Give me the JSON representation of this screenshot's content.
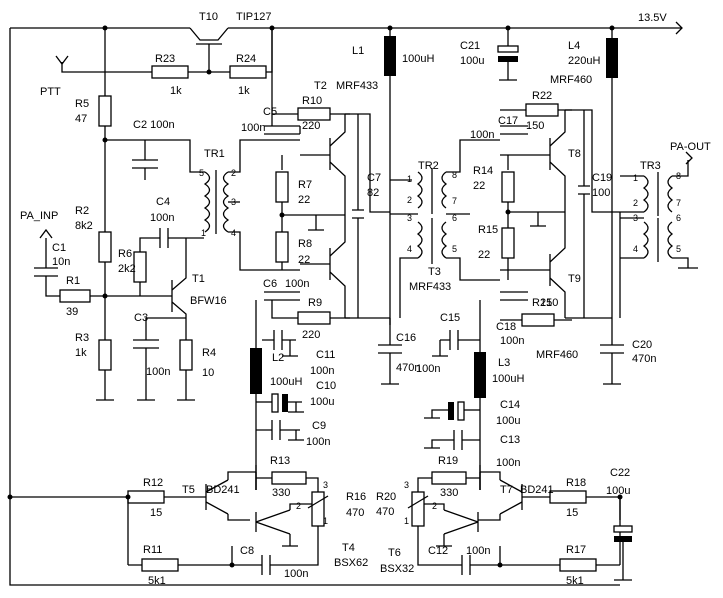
{
  "supply": "13.5V",
  "ptt": "PTT",
  "pa_input": "PA_INP",
  "pa_output": "PA-OUT",
  "components": {
    "T10": "T10",
    "TIP127": "TIP127",
    "R23": "R23",
    "R23v": "1k",
    "R24": "R24",
    "R24v": "1k",
    "R5": "R5",
    "R5v": "47",
    "C2": "C2 100n",
    "R2": "R2",
    "R2v": "8k2",
    "C1": "C1",
    "C1v": "10n",
    "R1": "R1",
    "R1v": "39",
    "R6": "R6",
    "R6v": "2k2",
    "C4": "C4",
    "C4v": "100n",
    "T1": "T1",
    "T1t": "BFW16",
    "R3": "R3",
    "R3v": "1k",
    "C3": "C3",
    "C3v": "100n",
    "R4": "R4",
    "R4v": "10",
    "TR1": "TR1",
    "C5": "C5",
    "C5v": "100n",
    "R10": "R10",
    "R10v": "220",
    "T2": "T2",
    "MRF433a": "MRF433",
    "R7": "R7",
    "R7v": "22",
    "R8": "R8",
    "R8v": "22",
    "C6": "C6",
    "C6v": "100n",
    "R9": "R9",
    "R9v": "220",
    "C7": "C7",
    "C7v": "82",
    "L1": "L1",
    "L1v": "100uH",
    "C21": "C21",
    "C21v": "100u",
    "L4": "L4",
    "L4v": "220uH",
    "MRF460a": "MRF460",
    "TR2": "TR2",
    "T3": "T3",
    "MRF433b": "MRF433",
    "C17": "C17",
    "C17v": "100n",
    "R22": "R22",
    "R22v": "150",
    "R14": "R14",
    "R14v": "22",
    "R15": "R15",
    "R15v": "22",
    "T8": "T8",
    "T9": "T9",
    "C19": "C19",
    "C19v": "100",
    "TR3": "TR3",
    "R21": "R21",
    "R21v": "150",
    "C18": "C18",
    "C18v": "100n",
    "MRF460b": "MRF460",
    "C16": "C16",
    "C16v": "470n",
    "C15": "C15",
    "C15v": "100n",
    "C20": "C20",
    "C20v": "470n",
    "L2": "L2",
    "L2v": "100uH",
    "C11": "C11",
    "C11v": "100n",
    "C10": "C10",
    "C10v": "100u",
    "C9": "C9",
    "C9v": "100n",
    "L3": "L3",
    "L3v": "100uH",
    "C14": "C14",
    "C14v": "100u",
    "C13": "C13",
    "C13v": "100n",
    "R13": "R13",
    "R13v": "330",
    "R12": "R12",
    "R12v": "15",
    "T5": "T5",
    "BD241a": "BD241",
    "R16": "R16",
    "R16v": "470",
    "R11": "R11",
    "R11v": "5k1",
    "C8": "C8",
    "C8v": "100n",
    "T4": "T4",
    "BSX62": "BSX62",
    "R19": "R19",
    "R19v": "330",
    "R20": "R20",
    "R20v": "470",
    "T7": "T7",
    "BD241b": "BD241",
    "R18": "R18",
    "R18v": "15",
    "C22": "C22",
    "C22v": "100u",
    "R17": "R17",
    "R17v": "5k1",
    "T6": "T6",
    "BSX32": "BSX32",
    "C12": "C12",
    "C12v": "100n"
  },
  "pins": {
    "p1": "1",
    "p2": "2",
    "p3": "3",
    "p4": "4",
    "p5": "5",
    "p6": "6",
    "p7": "7",
    "p8": "8"
  }
}
